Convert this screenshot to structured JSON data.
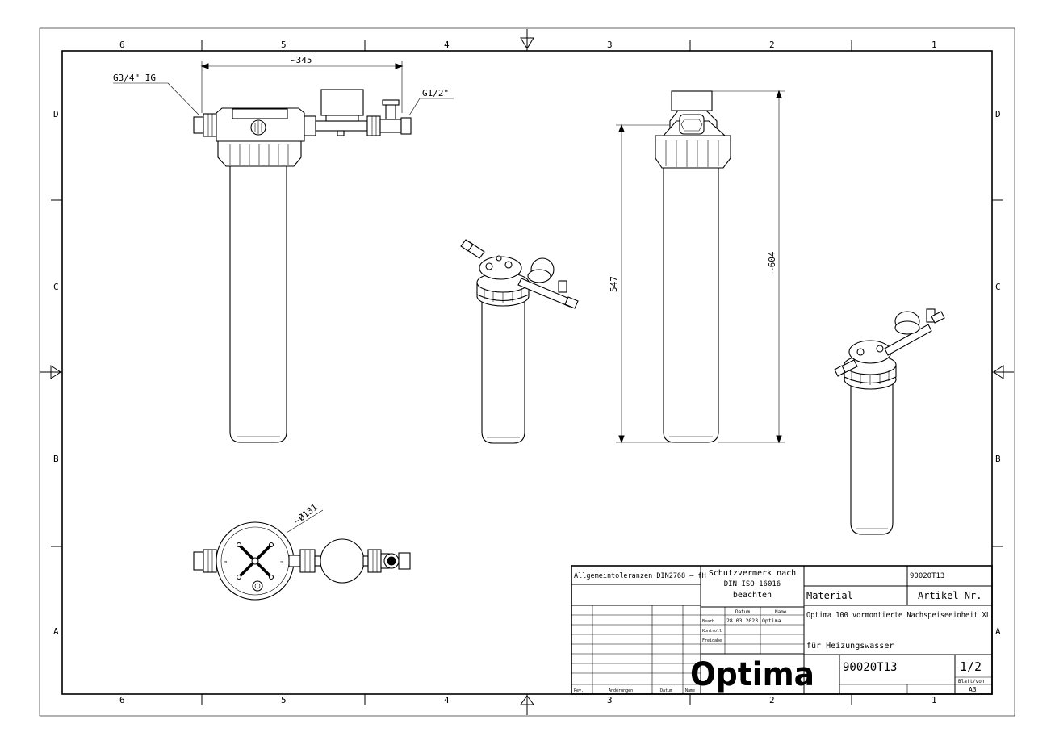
{
  "frame": {
    "columns": [
      "6",
      "5",
      "4",
      "3",
      "2",
      "1"
    ],
    "rows": [
      "D",
      "C",
      "B",
      "A"
    ]
  },
  "dimensions": {
    "width_top": "~345",
    "inlet_thread": "G3/4\" IG",
    "outlet_thread": "G1/2\"",
    "height_short": "547",
    "height_total": "~604",
    "diameter": "~Ø131"
  },
  "title_block": {
    "tolerances": "Allgemeintoleranzen DIN2768 – fH",
    "protection_line1": "Schutzvermerk nach",
    "protection_line2": "DIN ISO 16016",
    "protection_line3": "beachten",
    "hdr_datum": "Datum",
    "hdr_name": "Name",
    "row_bearb": "Bearb.",
    "row_kontroll": "Kontroll",
    "row_freigabe": "Freigabe",
    "bearb_date": "28.03.2023",
    "bearb_name": "Optima",
    "top_number": "90020T13",
    "material_label": "Material",
    "article_label": "Artikel Nr.",
    "description_line1": "Optima 100 vormontierte Nachspeiseeinheit XL",
    "description_line2": "für Heizungswasser",
    "logo_text": "Optima",
    "drawing_number": "90020T13",
    "sheet": "1/2",
    "sheet_label": "Blatt/von",
    "format": "A3",
    "rev_col_rev": "Rev.",
    "rev_col_changes": "Änderungen",
    "rev_col_date": "Datum",
    "rev_col_name": "Name"
  }
}
